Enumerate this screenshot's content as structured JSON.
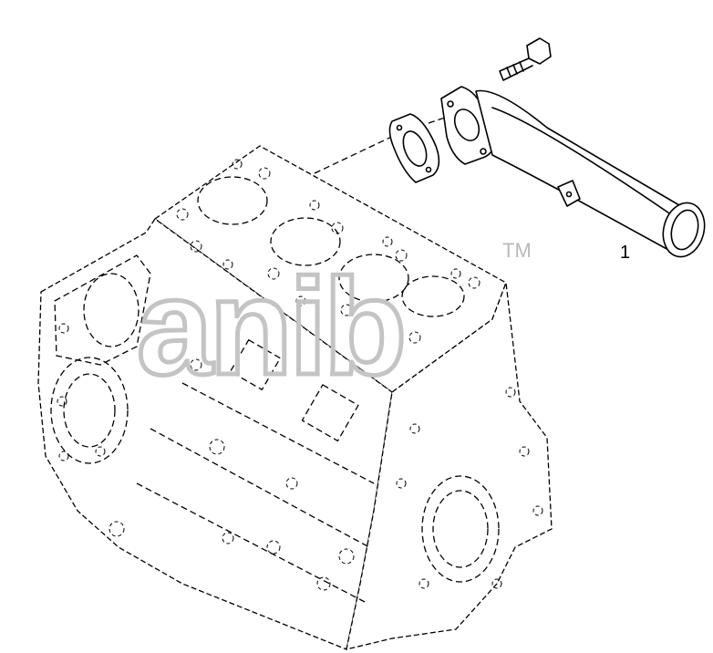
{
  "diagram": {
    "callouts": [
      {
        "id": "1",
        "label": "1"
      }
    ],
    "watermark": {
      "text": "anib",
      "trademark": "TM"
    },
    "colors": {
      "line": "#000000",
      "watermark": "#c4c4c4",
      "background": "#ffffff"
    }
  }
}
